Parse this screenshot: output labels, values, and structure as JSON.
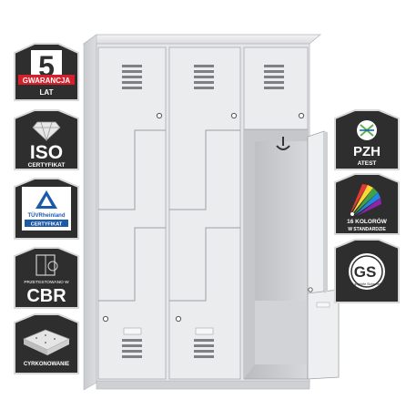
{
  "badges_left": [
    {
      "key": "warranty",
      "number": "5",
      "line1": "GWARANCJA",
      "line2": "LAT"
    },
    {
      "key": "iso",
      "title": "ISO",
      "subtitle": "CERTYFIKAT"
    },
    {
      "key": "tuv",
      "brand": "TÜVRheinland",
      "label": "CERTYFIKAT"
    },
    {
      "key": "cbr",
      "small": "PRZETESTOWANO W",
      "title": "CBR"
    },
    {
      "key": "cut",
      "label": "CYRKONOWANIE"
    }
  ],
  "badges_right": [
    {
      "key": "pzh",
      "title": "PZH",
      "subtitle": "ATEST"
    },
    {
      "key": "colors",
      "line1": "16 KOLORÓW",
      "line2": "W STANDARDZIE"
    },
    {
      "key": "gs",
      "title": "GS",
      "small": "geprüfte Sicherheit"
    }
  ],
  "colors": {
    "badge_fill": "#2e2e2e",
    "badge_red": "#d4202a",
    "tuv_blue": "#1a5aa8",
    "locker": "#e3e4e6",
    "pzh_green": "#5ab54a"
  }
}
